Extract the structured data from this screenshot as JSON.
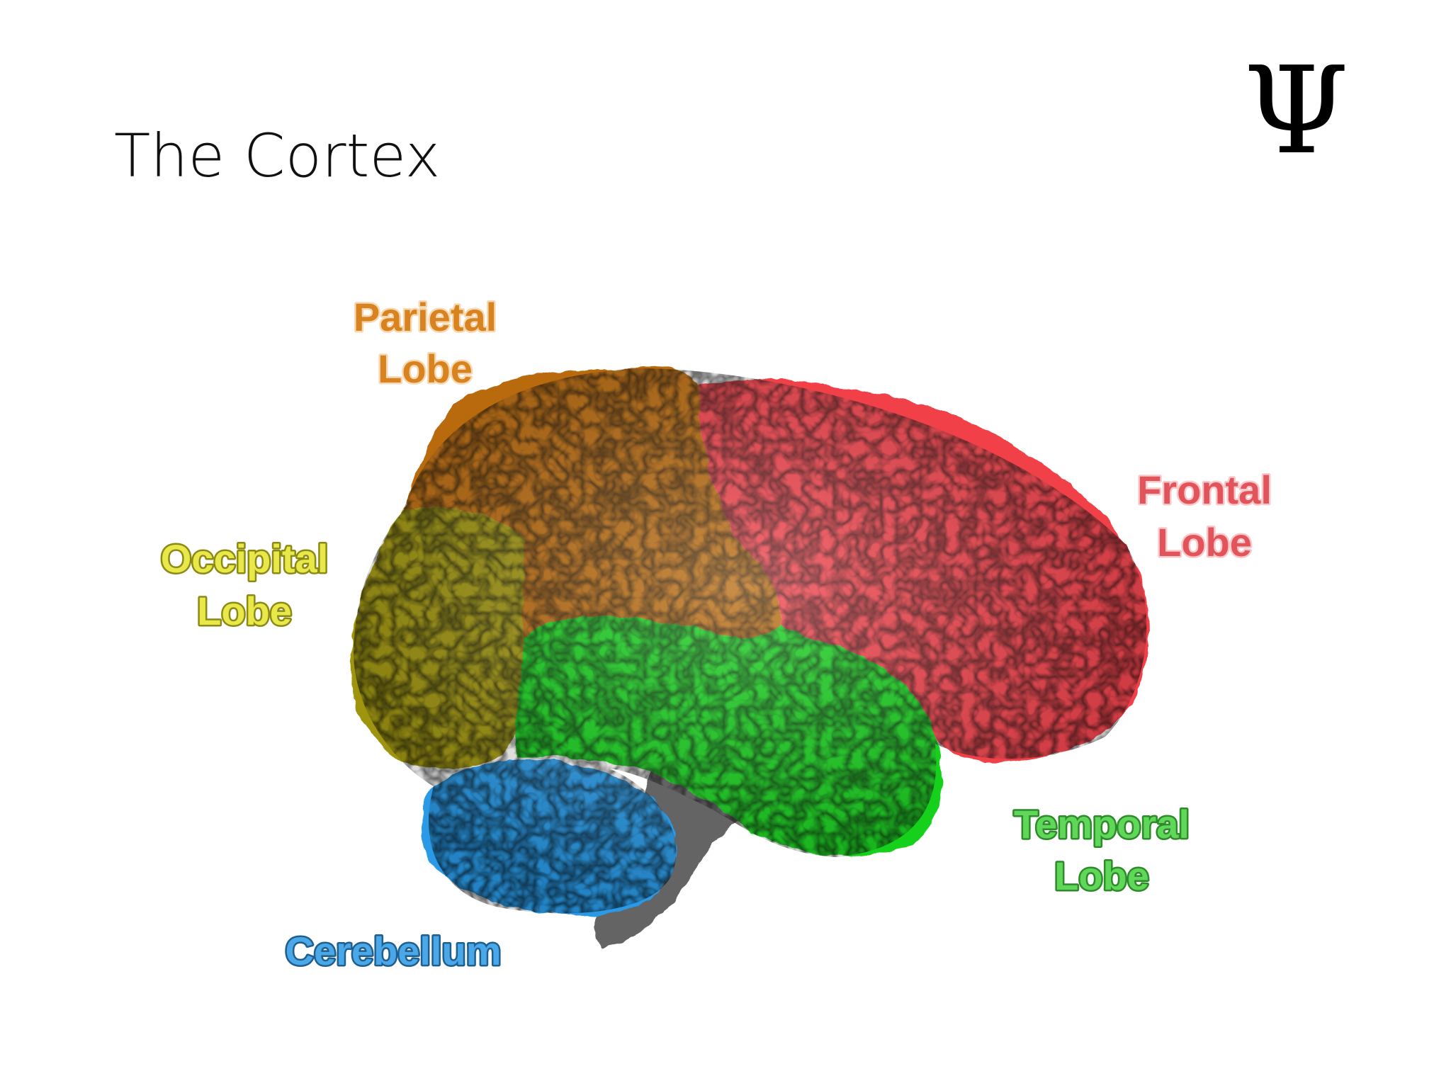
{
  "slide": {
    "title": "The Cortex",
    "logo_glyph": "Ψ"
  },
  "diagram": {
    "lobes": {
      "parietal": {
        "line1": "Parietal",
        "line2": "Lobe",
        "color": "#d8831f"
      },
      "frontal": {
        "line1": "Frontal",
        "line2": "Lobe",
        "color": "#e2535a"
      },
      "occipital": {
        "line1": "Occipital",
        "line2": "Lobe",
        "color": "#e8e84a"
      },
      "temporal": {
        "line1": "Temporal",
        "line2": "Lobe",
        "color": "#5fd85a"
      },
      "cerebellum": {
        "line1": "Cerebellum",
        "color": "#4aa8e8"
      }
    },
    "region_colors": {
      "parietal": "#b96a0f",
      "frontal": "#f2404a",
      "occipital": "#9e9410",
      "temporal": "#17d11a",
      "cerebellum": "#2a9ae6",
      "brainstem": "#4a4a4a"
    }
  }
}
